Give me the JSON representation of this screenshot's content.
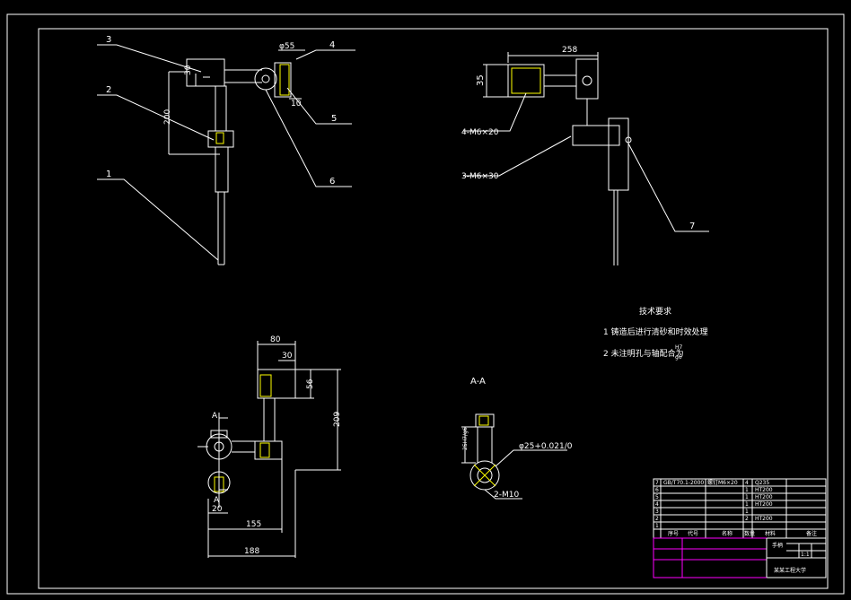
{
  "callouts": [
    "1",
    "2",
    "3",
    "4",
    "5",
    "6",
    "7"
  ],
  "dims_top_left": {
    "d1": "30",
    "d2": "200",
    "d3": "φ55",
    "d4": "10"
  },
  "dims_top_right": {
    "w": "258",
    "h": "35",
    "bolt1": "4-M6×20",
    "bolt2": "3-M6×30"
  },
  "dims_bottom_left": {
    "top": "80",
    "notch": "30",
    "side1": "56",
    "side2": "209",
    "lower": "20",
    "w1": "155",
    "w2": "188",
    "sec": "A"
  },
  "section": {
    "title": "A-A",
    "fit": "25H7/g6",
    "bore": "φ25+0.021/0",
    "thread": "2-M10"
  },
  "tech": {
    "title": "技术要求",
    "line1": "1 铸造后进行清砂和时效处理",
    "line2_prefix": "2 未注明孔与轴配合为",
    "fit_num": "H7",
    "fit_den": "g6"
  },
  "title_block": {
    "rows": [
      {
        "no": "7",
        "code": "GB/T70.1-2000",
        "name": "螺钉M6×20",
        "qty": "4",
        "mat": "Q235"
      },
      {
        "no": "6",
        "code": "",
        "name": "",
        "qty": "1",
        "mat": "HT200"
      },
      {
        "no": "5",
        "code": "",
        "name": "",
        "qty": "1",
        "mat": "HT200"
      },
      {
        "no": "4",
        "code": "",
        "name": "",
        "qty": "1",
        "mat": "HT200"
      },
      {
        "no": "3",
        "code": "",
        "name": "",
        "qty": "1",
        "mat": ""
      },
      {
        "no": "2",
        "code": "",
        "name": "",
        "qty": "2",
        "mat": "HT200"
      },
      {
        "no": "1",
        "code": "",
        "name": "",
        "qty": "",
        "mat": ""
      }
    ],
    "header": {
      "no": "序号",
      "code": "代号",
      "name": "名称",
      "qty": "数量",
      "mat": "材料",
      "note": "备注"
    },
    "drawing_title": "手柄",
    "company": "某某工程大学",
    "scale": "1:1"
  }
}
